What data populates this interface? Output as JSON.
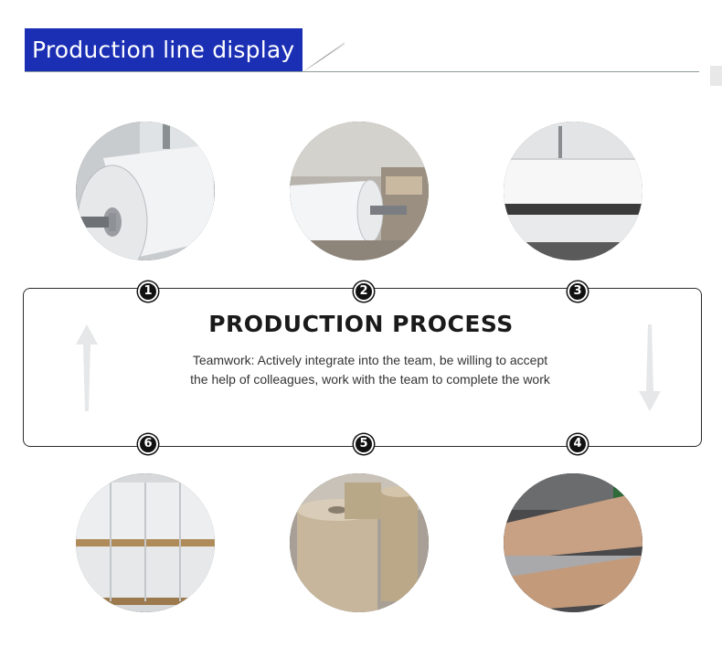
{
  "header": {
    "title": "Production line display"
  },
  "process": {
    "title": "PRODUCTION PROCESS",
    "description": "Teamwork: Actively integrate into the team, be willing to accept the help of colleagues, work with the team to complete the work"
  },
  "steps": [
    {
      "number": "1"
    },
    {
      "number": "2"
    },
    {
      "number": "3"
    },
    {
      "number": "4"
    },
    {
      "number": "5"
    },
    {
      "number": "6"
    }
  ],
  "colors": {
    "banner": "#1a2fb4",
    "border": "#2b2b2b",
    "step_badge": "#111111"
  }
}
